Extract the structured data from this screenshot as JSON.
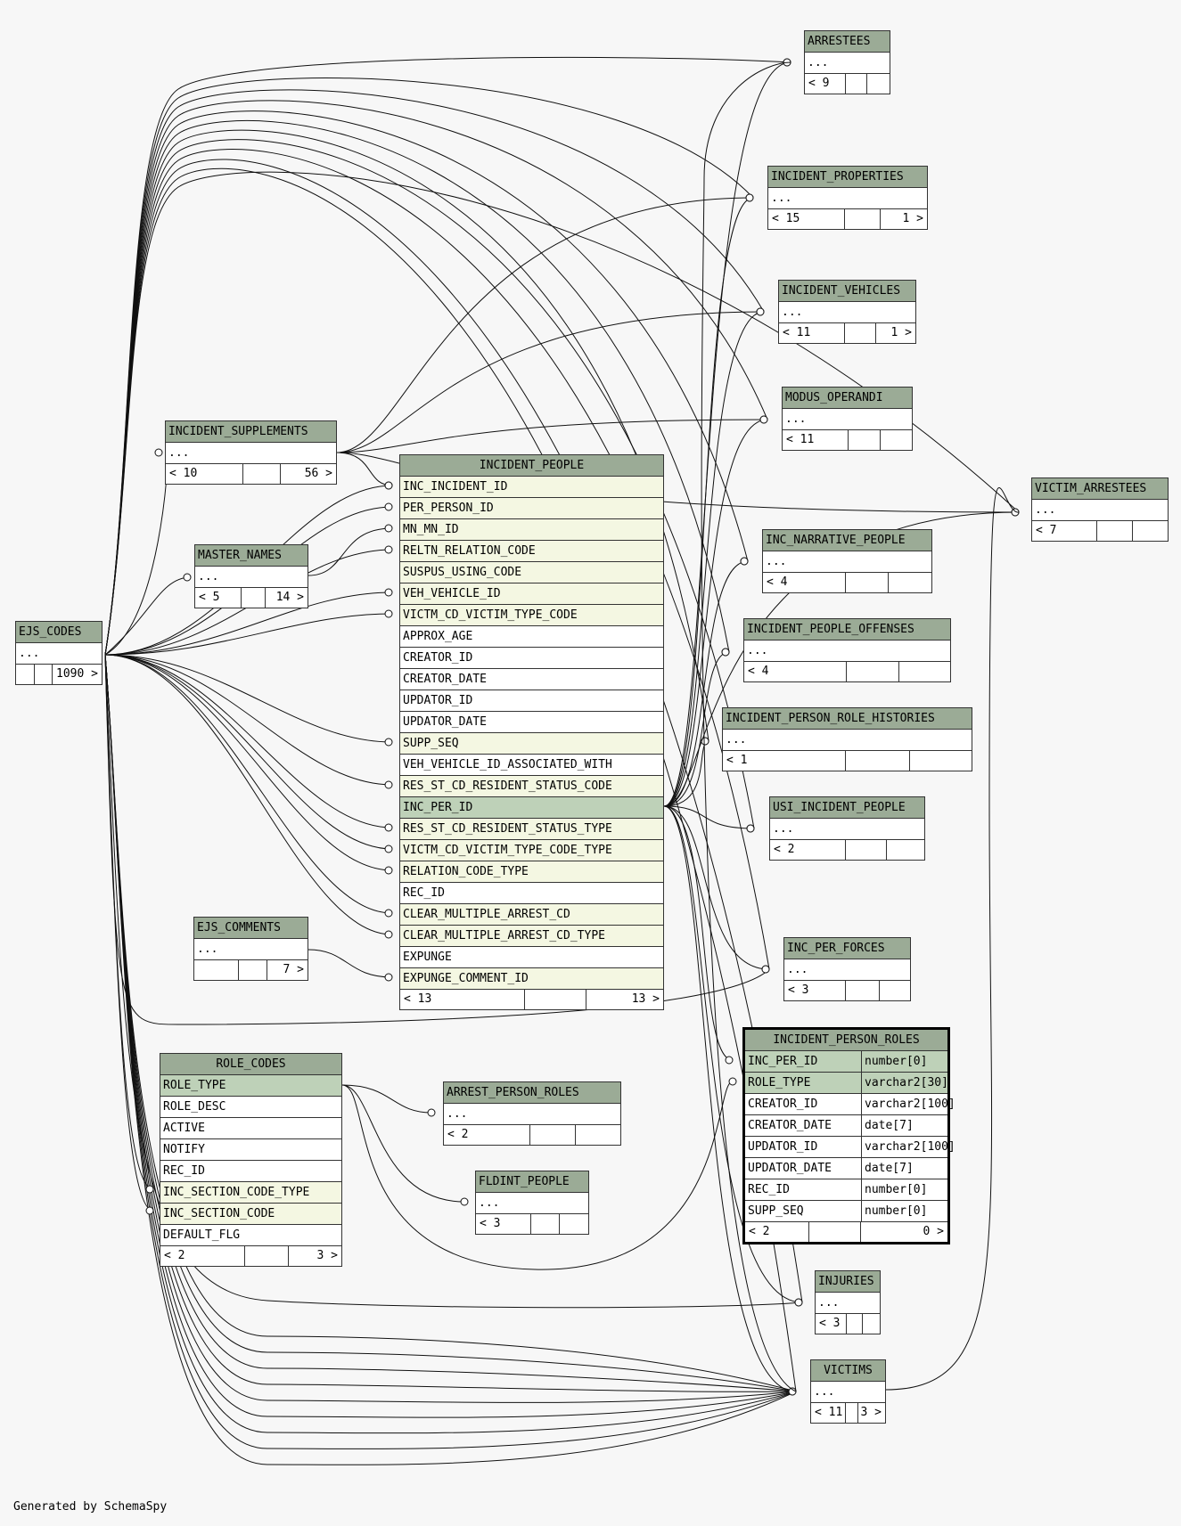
{
  "footer": "Generated by SchemaSpy",
  "tables": {
    "arrestees": {
      "title": "ARRESTEES",
      "body": "...",
      "left": "< 9",
      "right": ""
    },
    "incident_properties": {
      "title": "INCIDENT_PROPERTIES",
      "body": "...",
      "left": "< 15",
      "right": "1 >"
    },
    "incident_vehicles": {
      "title": "INCIDENT_VEHICLES",
      "body": "...",
      "left": "< 11",
      "right": "1 >"
    },
    "modus_operandi": {
      "title": "MODUS_OPERANDI",
      "body": "...",
      "left": "< 11",
      "right": ""
    },
    "victim_arrestees": {
      "title": "VICTIM_ARRESTEES",
      "body": "...",
      "left": "< 7",
      "right": ""
    },
    "inc_narrative_people": {
      "title": "INC_NARRATIVE_PEOPLE",
      "body": "...",
      "left": "< 4",
      "right": ""
    },
    "incident_people_offenses": {
      "title": "INCIDENT_PEOPLE_OFFENSES",
      "body": "...",
      "left": "< 4",
      "right": ""
    },
    "incident_person_role_histories": {
      "title": "INCIDENT_PERSON_ROLE_HISTORIES",
      "body": "...",
      "left": "< 1",
      "right": ""
    },
    "usi_incident_people": {
      "title": "USI_INCIDENT_PEOPLE",
      "body": "...",
      "left": "< 2",
      "right": ""
    },
    "inc_per_forces": {
      "title": "INC_PER_FORCES",
      "body": "...",
      "left": "< 3",
      "right": ""
    },
    "injuries": {
      "title": "INJURIES",
      "body": "...",
      "left": "< 3",
      "right": ""
    },
    "victims": {
      "title": "VICTIMS",
      "body": "...",
      "left": "< 11",
      "right": "3 >"
    },
    "incident_supplements": {
      "title": "INCIDENT_SUPPLEMENTS",
      "body": "...",
      "left": "< 10",
      "right": "56 >"
    },
    "master_names": {
      "title": "MASTER_NAMES",
      "body": "...",
      "left": "< 5",
      "right": "14 >"
    },
    "ejs_codes": {
      "title": "EJS_CODES",
      "body": "...",
      "left": "",
      "right": "1090 >"
    },
    "ejs_comments": {
      "title": "EJS_COMMENTS",
      "body": "...",
      "left": "",
      "right": "7 >"
    },
    "arrest_person_roles": {
      "title": "ARREST_PERSON_ROLES",
      "body": "...",
      "left": "< 2",
      "right": ""
    },
    "fldint_people": {
      "title": "FLDINT_PEOPLE",
      "body": "...",
      "left": "< 3",
      "right": ""
    },
    "incident_people": {
      "title": "INCIDENT_PEOPLE",
      "columns": [
        "INC_INCIDENT_ID",
        "PER_PERSON_ID",
        "MN_MN_ID",
        "RELTN_RELATION_CODE",
        "SUSPUS_USING_CODE",
        "VEH_VEHICLE_ID",
        "VICTM_CD_VICTIM_TYPE_CODE",
        "APPROX_AGE",
        "CREATOR_ID",
        "CREATOR_DATE",
        "UPDATOR_ID",
        "UPDATOR_DATE",
        "SUPP_SEQ",
        "VEH_VEHICLE_ID_ASSOCIATED_WITH",
        "RES_ST_CD_RESIDENT_STATUS_CODE",
        "INC_PER_ID",
        "RES_ST_CD_RESIDENT_STATUS_TYPE",
        "VICTM_CD_VICTIM_TYPE_CODE_TYPE",
        "RELATION_CODE_TYPE",
        "REC_ID",
        "CLEAR_MULTIPLE_ARREST_CD",
        "CLEAR_MULTIPLE_ARREST_CD_TYPE",
        "EXPUNGE",
        "EXPUNGE_COMMENT_ID"
      ],
      "left": "< 13",
      "right": "13 >"
    },
    "role_codes": {
      "title": "ROLE_CODES",
      "columns": [
        "ROLE_TYPE",
        "ROLE_DESC",
        "ACTIVE",
        "NOTIFY",
        "REC_ID",
        "INC_SECTION_CODE_TYPE",
        "INC_SECTION_CODE",
        "DEFAULT_FLG"
      ],
      "left": "< 2",
      "right": "3 >"
    },
    "incident_person_roles": {
      "title": "INCIDENT_PERSON_ROLES",
      "columns": [
        {
          "name": "INC_PER_ID",
          "type": "number[0]"
        },
        {
          "name": "ROLE_TYPE",
          "type": "varchar2[30]"
        },
        {
          "name": "CREATOR_ID",
          "type": "varchar2[100]"
        },
        {
          "name": "CREATOR_DATE",
          "type": "date[7]"
        },
        {
          "name": "UPDATOR_ID",
          "type": "varchar2[100]"
        },
        {
          "name": "UPDATOR_DATE",
          "type": "date[7]"
        },
        {
          "name": "REC_ID",
          "type": "number[0]"
        },
        {
          "name": "SUPP_SEQ",
          "type": "number[0]"
        }
      ],
      "left": "< 2",
      "right": "0 >"
    }
  }
}
